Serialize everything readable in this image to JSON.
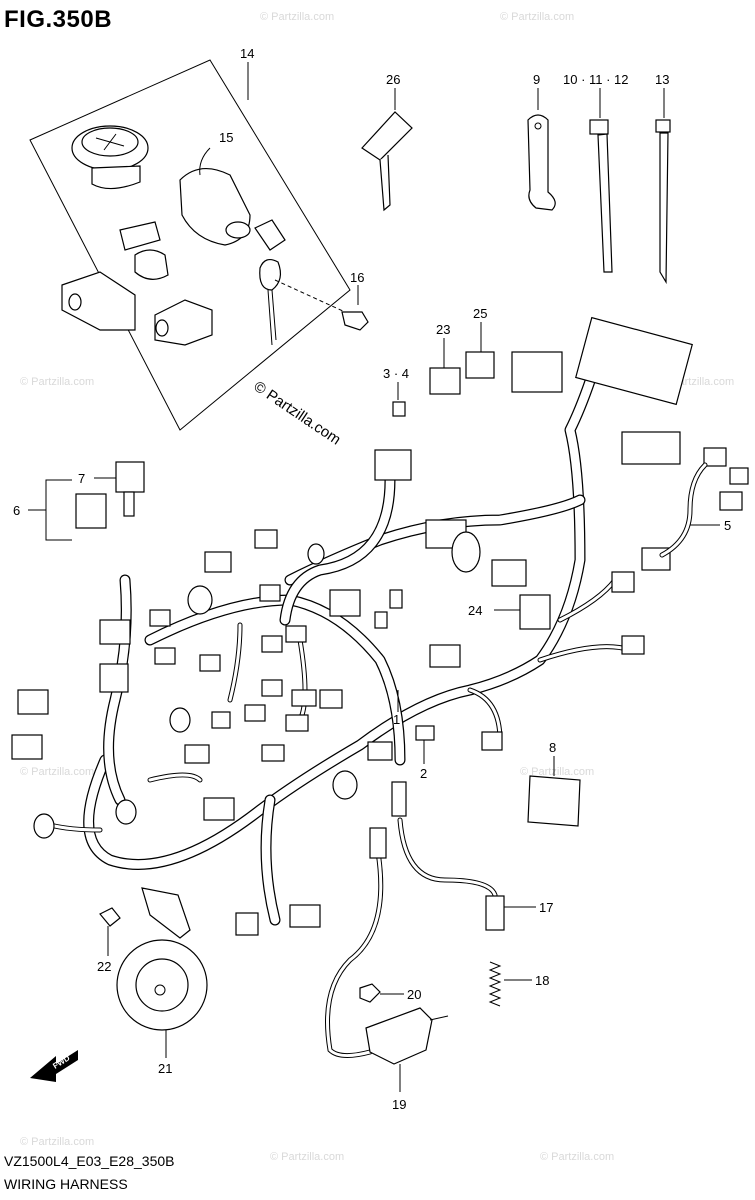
{
  "header": {
    "figure": "FIG.350B"
  },
  "footer": {
    "model_code": "VZ1500L4_E03_E28_350B",
    "section_name": "WIRING HARNESS"
  },
  "watermark": {
    "copyright": "© Partzilla.com",
    "brand": "© Partzilla.com"
  },
  "fwd_arrow": {
    "label": "FWD"
  },
  "callouts": {
    "c1": "1",
    "c2": "2",
    "c3_4": "3 · 4",
    "c5": "5",
    "c6": "6",
    "c7": "7",
    "c8": "8",
    "c9": "9",
    "c10_11_12": "10 · 11 · 12",
    "c13": "13",
    "c14": "14",
    "c15": "15",
    "c16": "16",
    "c17": "17",
    "c18": "18",
    "c19": "19",
    "c20": "20",
    "c21": "21",
    "c22": "22",
    "c23": "23",
    "c24": "24",
    "c25": "25",
    "c26": "26"
  },
  "colors": {
    "line": "#000000",
    "background": "#ffffff",
    "watermark": "#d9d9d9"
  }
}
